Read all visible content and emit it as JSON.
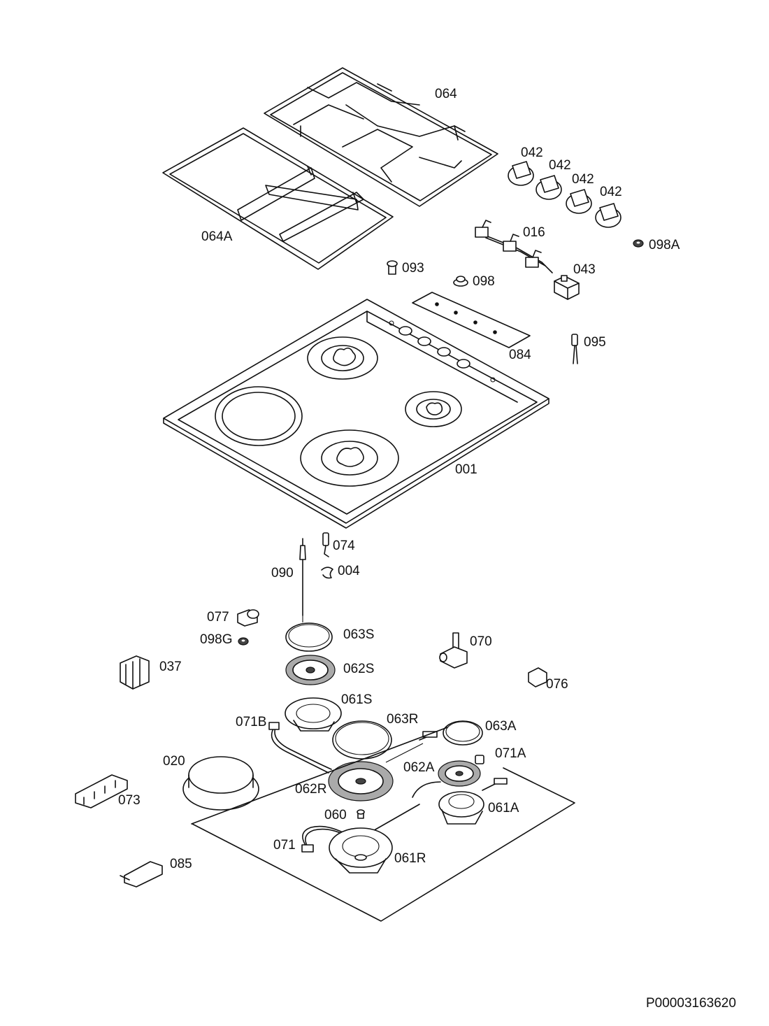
{
  "parts": [
    {
      "key": "p064",
      "label": "064"
    },
    {
      "key": "p064a",
      "label": "064A"
    },
    {
      "key": "p042a",
      "label": "042"
    },
    {
      "key": "p042b",
      "label": "042"
    },
    {
      "key": "p042c",
      "label": "042"
    },
    {
      "key": "p042d",
      "label": "042"
    },
    {
      "key": "p016",
      "label": "016"
    },
    {
      "key": "p098a",
      "label": "098A"
    },
    {
      "key": "p093",
      "label": "093"
    },
    {
      "key": "p043",
      "label": "043"
    },
    {
      "key": "p098",
      "label": "098"
    },
    {
      "key": "p084",
      "label": "084"
    },
    {
      "key": "p095",
      "label": "095"
    },
    {
      "key": "p001",
      "label": "001"
    },
    {
      "key": "p074",
      "label": "074"
    },
    {
      "key": "p090",
      "label": "090"
    },
    {
      "key": "p004",
      "label": "004"
    },
    {
      "key": "p077",
      "label": "077"
    },
    {
      "key": "p098g",
      "label": "098G"
    },
    {
      "key": "p063s",
      "label": "063S"
    },
    {
      "key": "p070",
      "label": "070"
    },
    {
      "key": "p037",
      "label": "037"
    },
    {
      "key": "p062s",
      "label": "062S"
    },
    {
      "key": "p076",
      "label": "076"
    },
    {
      "key": "p061s",
      "label": "061S"
    },
    {
      "key": "p071b",
      "label": "071B"
    },
    {
      "key": "p063r",
      "label": "063R"
    },
    {
      "key": "p063a",
      "label": "063A"
    },
    {
      "key": "p071a",
      "label": "071A"
    },
    {
      "key": "p020",
      "label": "020"
    },
    {
      "key": "p062a",
      "label": "062A"
    },
    {
      "key": "p062r",
      "label": "062R"
    },
    {
      "key": "p073",
      "label": "073"
    },
    {
      "key": "p061a",
      "label": "061A"
    },
    {
      "key": "p060",
      "label": "060"
    },
    {
      "key": "p071",
      "label": "071"
    },
    {
      "key": "p061r",
      "label": "061R"
    },
    {
      "key": "p085",
      "label": "085"
    }
  ],
  "document_ref": "P00003163620"
}
